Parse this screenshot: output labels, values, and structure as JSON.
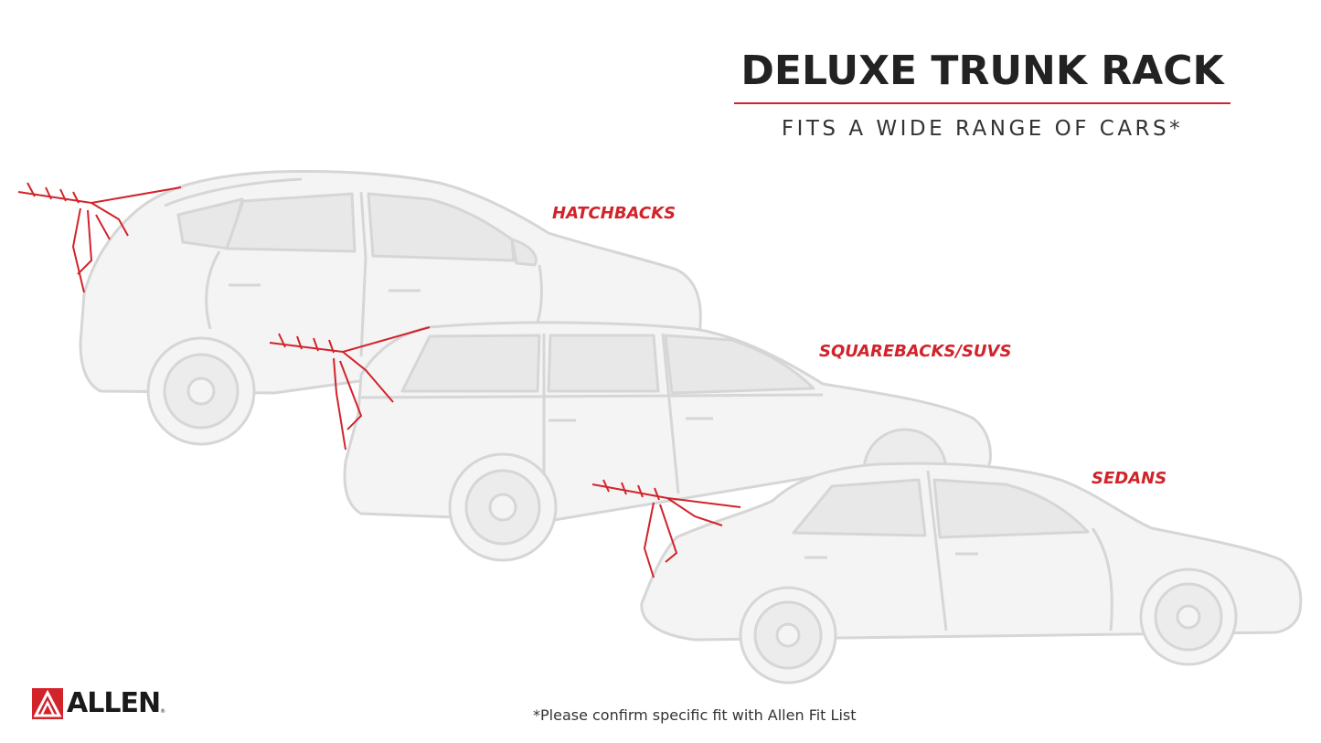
{
  "header": {
    "title": "DELUXE TRUNK RACK",
    "subtitle": "FITS A WIDE RANGE OF CARS*"
  },
  "car_types": {
    "hatchbacks": "HATCHBACKS",
    "squarebacks": "SQUAREBACKS/SUVS",
    "sedans": "SEDANS"
  },
  "footnote": "*Please confirm specific fit with Allen Fit List",
  "logo": {
    "text": "ALLEN",
    "reg": "®"
  },
  "colors": {
    "accent": "#d2232a",
    "car_fill": "#f4f4f4",
    "car_stroke": "#d6d6d6",
    "window_fill": "#e8e8e8",
    "text": "#222222"
  }
}
